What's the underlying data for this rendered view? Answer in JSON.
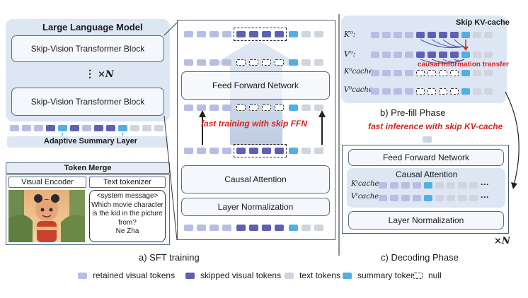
{
  "llm": {
    "title": "Large Language Model",
    "block_top": "Skip-Vision Transformer Block",
    "repeat_dots": "⋮",
    "repeat_times": "×N",
    "block_bottom": "Skip-Vision Transformer Block",
    "adaptive_summary": "Adaptive Summary Layer",
    "token_merge": "Token Merge",
    "visual_encoder": "Visual Encoder",
    "text_tokenizer": "Text tokenizer",
    "text_input": "<system message>\nWhich movie character is the kid in the picture from?\nNe Zha"
  },
  "sft": {
    "ffn": "Feed Forward Network",
    "skip_label": "fast training with skip FFN",
    "attention": "Causal Attention",
    "norm": "Layer Normalization",
    "caption": "a)  SFT training"
  },
  "prefill": {
    "skip_kv": "Skip KV-cache",
    "k0": "K⁰:",
    "v0": "V⁰:",
    "k0cache": "K⁰cache:",
    "v0cache": "V⁰cache:",
    "causal_transfer": "causal information transfer",
    "caption": "b)  Pre-fill Phase",
    "fast_inference": "fast inference with skip KV-cache"
  },
  "decoding": {
    "ffn": "Feed Forward Network",
    "attention": "Causal Attention",
    "ktcache": "Kᵗcache:",
    "vtcache": "Vᵗcache:",
    "ellipsis": "···",
    "norm": "Layer Normalization",
    "times_n": "×N",
    "caption": "c)  Decoding Phase"
  },
  "legend": [
    {
      "label": "retained visual tokens",
      "color": "#b8bde6"
    },
    {
      "label": "skipped visual tokens",
      "color": "#5f5fb5"
    },
    {
      "label": "text tokens",
      "color": "#cfd4de"
    },
    {
      "label": "summary token",
      "color": "#53aee3"
    },
    {
      "label": "null",
      "color": "#ffffff"
    }
  ]
}
